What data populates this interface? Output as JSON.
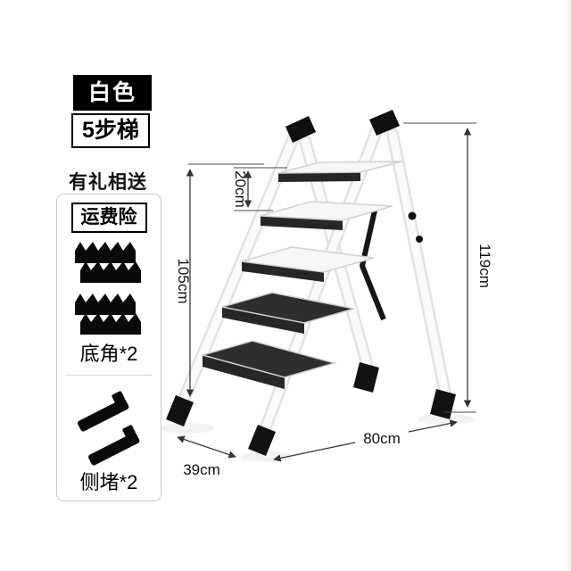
{
  "sidebar": {
    "color_label": "白色",
    "steps_label": "5步梯",
    "gift_label": "有礼相送",
    "shipping_label": "运费险",
    "feet_label": "底角*2",
    "side_label": "侧堵*2"
  },
  "dimensions": {
    "top_step_depth": "20cm",
    "front_height": "105cm",
    "total_height": "119cm",
    "base_depth": "39cm",
    "base_width": "80cm"
  },
  "colors": {
    "badge_bg": "#000000",
    "ladder_frame": "#f7f7f7",
    "tread": "#2e2e2e",
    "dimension_line": "#3a3a3a"
  }
}
